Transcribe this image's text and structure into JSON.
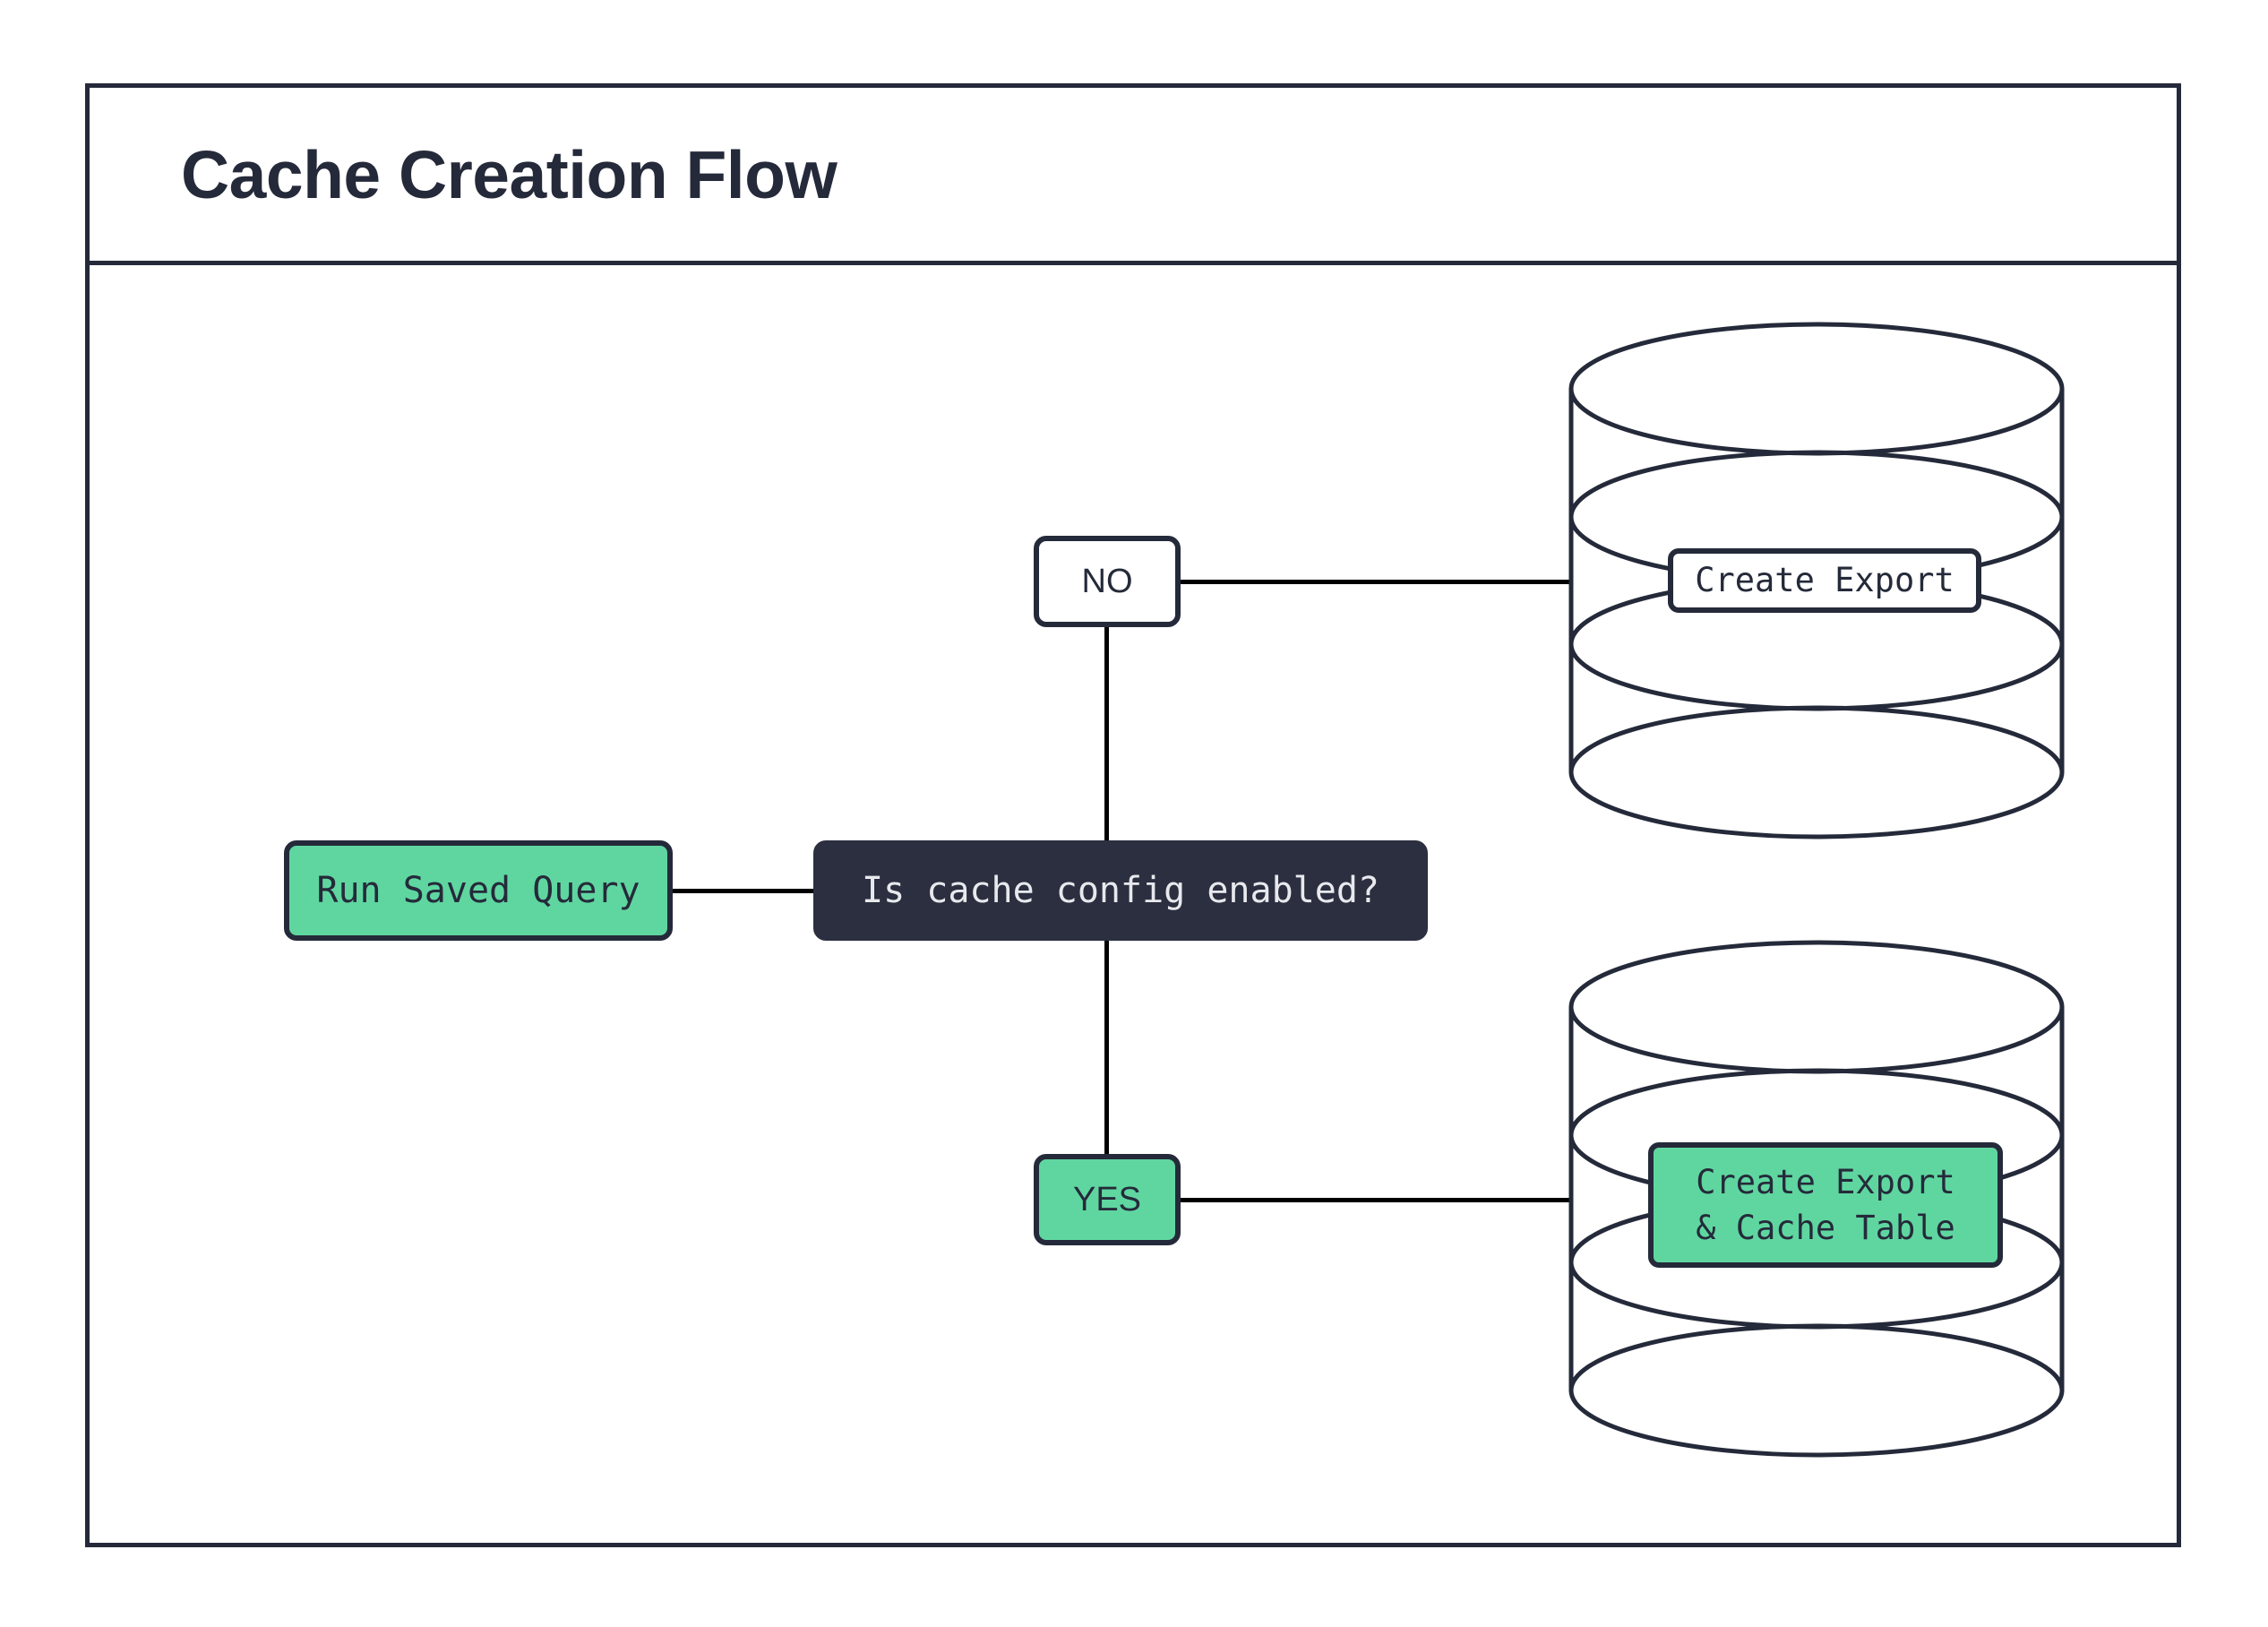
{
  "diagram": {
    "title": "Cache Creation Flow",
    "accent_green": "#5fd6a0",
    "ink": "#252a3a",
    "decision_fill": "#2b2f40",
    "decision_text": "#e8e9ed",
    "nodes": {
      "run_saved_query": "Run Saved Query",
      "decision": "Is cache config enabled?",
      "branch_no": "NO",
      "branch_yes": "YES",
      "db_top_label": "Create Export",
      "db_bottom_label": "Create Export\n& Cache Table"
    },
    "edges": [
      {
        "from": "Run Saved Query",
        "to": "Is cache config enabled?"
      },
      {
        "from": "Is cache config enabled?",
        "to": "NO"
      },
      {
        "from": "Is cache config enabled?",
        "to": "YES"
      },
      {
        "from": "NO",
        "to": "Create Export"
      },
      {
        "from": "YES",
        "to": "Create Export & Cache Table"
      }
    ]
  }
}
